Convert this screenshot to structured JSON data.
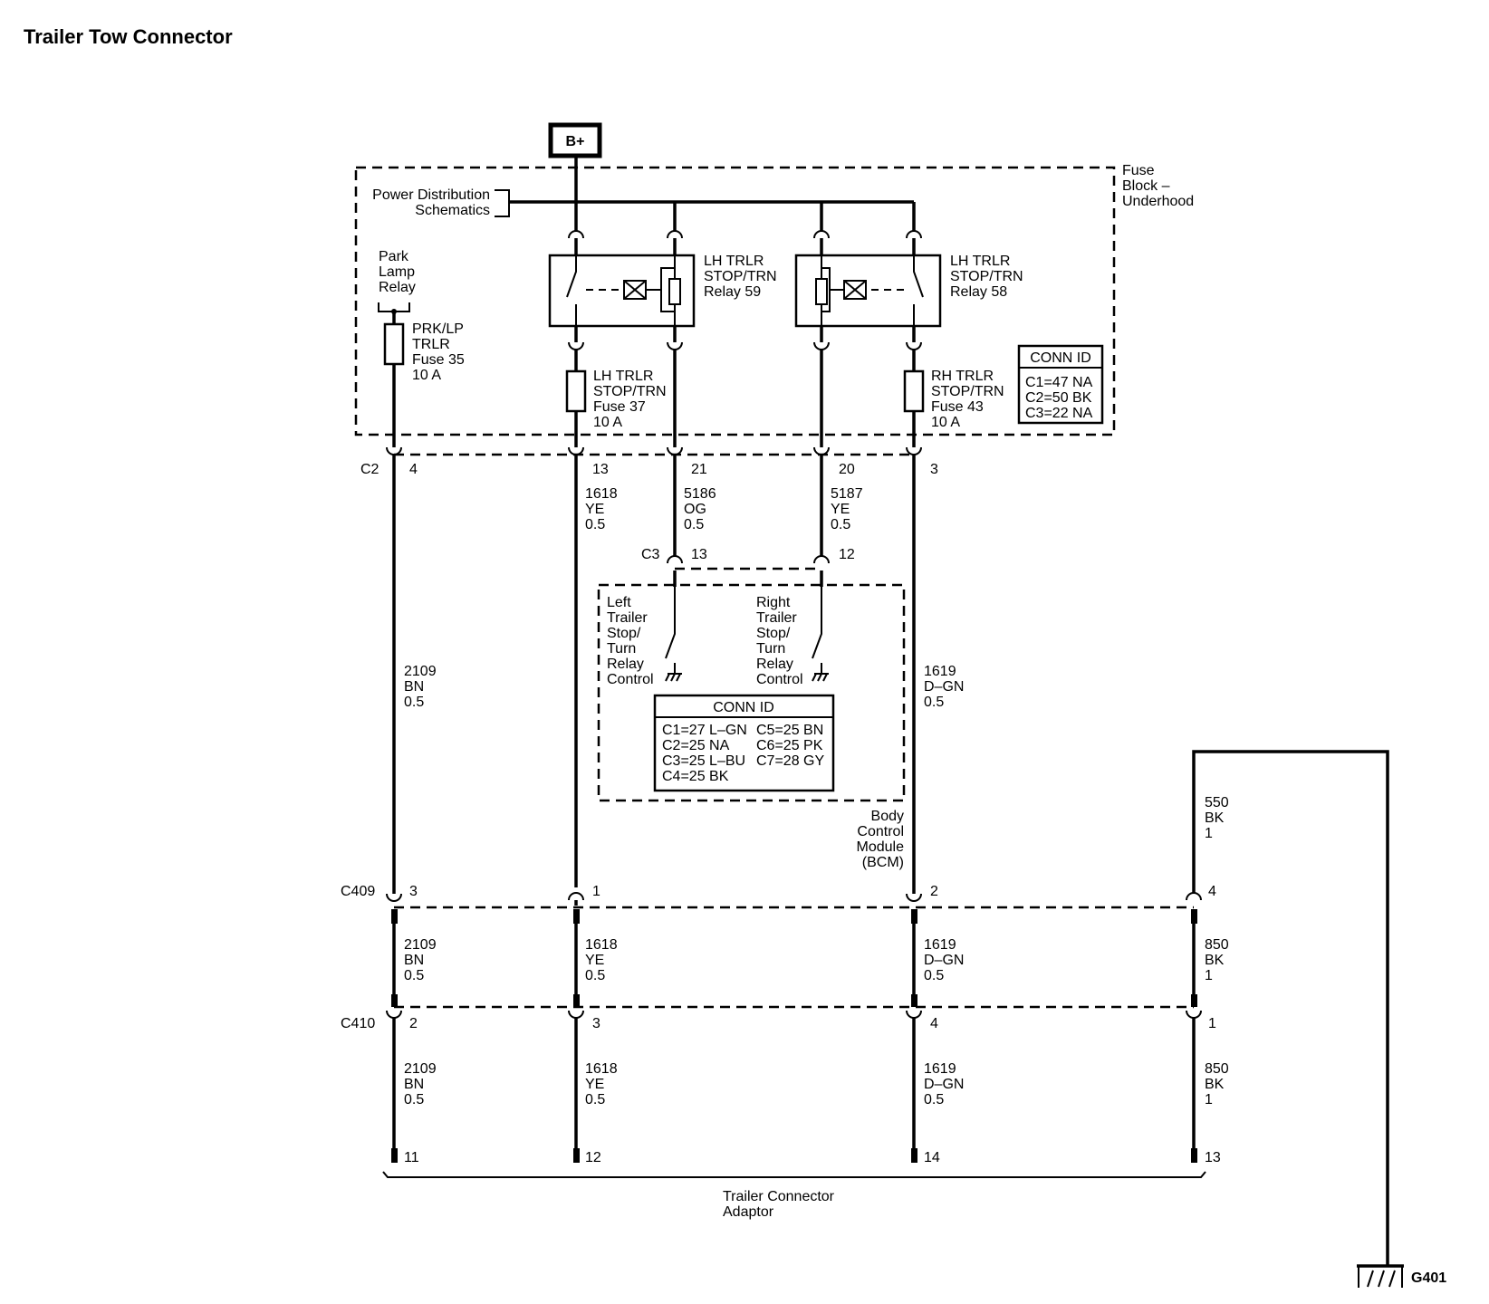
{
  "title": "Trailer Tow Connector",
  "bplus": "B+",
  "power_dist": [
    "Power Distribution",
    "Schematics"
  ],
  "fuse_block": [
    "Fuse",
    "Block –",
    "Underhood"
  ],
  "park_relay": [
    "Park",
    "Lamp",
    "Relay"
  ],
  "fuse35": [
    "PRK/LP",
    "TRLR",
    "Fuse 35",
    "10 A"
  ],
  "relay59": [
    "LH TRLR",
    "STOP/TRN",
    "Relay 59"
  ],
  "relay58": [
    "LH TRLR",
    "STOP/TRN",
    "Relay 58"
  ],
  "fuse37": [
    "LH TRLR",
    "STOP/TRN",
    "Fuse 37",
    "10 A"
  ],
  "fuse43": [
    "RH TRLR",
    "STOP/TRN",
    "Fuse 43",
    "10 A"
  ],
  "conn_id_fuse": {
    "title": "CONN ID",
    "lines": [
      "C1=47 NA",
      "C2=50 BK",
      "C3=22 NA"
    ]
  },
  "c2": {
    "label": "C2",
    "pins": [
      "4",
      "13",
      "21",
      "20",
      "3"
    ]
  },
  "c3": {
    "label": "C3",
    "pins": [
      "13",
      "12"
    ]
  },
  "wires_upper": [
    [
      "1618",
      "YE",
      "0.5"
    ],
    [
      "5186",
      "OG",
      "0.5"
    ],
    [
      "5187",
      "YE",
      "0.5"
    ]
  ],
  "left_ctrl": [
    "Left",
    "Trailer",
    "Stop/",
    "Turn",
    "Relay",
    "Control"
  ],
  "right_ctrl": [
    "Right",
    "Trailer",
    "Stop/",
    "Turn",
    "Relay",
    "Control"
  ],
  "conn_id_bcm": {
    "title": "CONN ID",
    "left": [
      "C1=27 L–GN",
      "C2=25 NA",
      "C3=25 L–BU",
      "C4=25 BK"
    ],
    "right": [
      "C5=25 BN",
      "C6=25 PK",
      "C7=28 GY"
    ]
  },
  "bcm": [
    "Body",
    "Control",
    "Module",
    "(BCM)"
  ],
  "wires_mid": {
    "bn": [
      "2109",
      "BN",
      "0.5"
    ],
    "dgn": [
      "1619",
      "D–GN",
      "0.5"
    ],
    "bk": [
      "550",
      "BK",
      "1"
    ]
  },
  "c409": {
    "label": "C409",
    "pins": [
      "3",
      "1",
      "2",
      "4"
    ]
  },
  "wires_409_410": [
    [
      "2109",
      "BN",
      "0.5"
    ],
    [
      "1618",
      "YE",
      "0.5"
    ],
    [
      "1619",
      "D–GN",
      "0.5"
    ],
    [
      "850",
      "BK",
      "1"
    ]
  ],
  "c410": {
    "label": "C410",
    "pins": [
      "2",
      "3",
      "4",
      "1"
    ]
  },
  "wires_bottom": [
    [
      "2109",
      "BN",
      "0.5"
    ],
    [
      "1618",
      "YE",
      "0.5"
    ],
    [
      "1619",
      "D–GN",
      "0.5"
    ],
    [
      "850",
      "BK",
      "1"
    ]
  ],
  "adaptor_pins": [
    "11",
    "12",
    "14",
    "13"
  ],
  "adaptor": [
    "Trailer Connector",
    "Adaptor"
  ],
  "ground": "G401"
}
